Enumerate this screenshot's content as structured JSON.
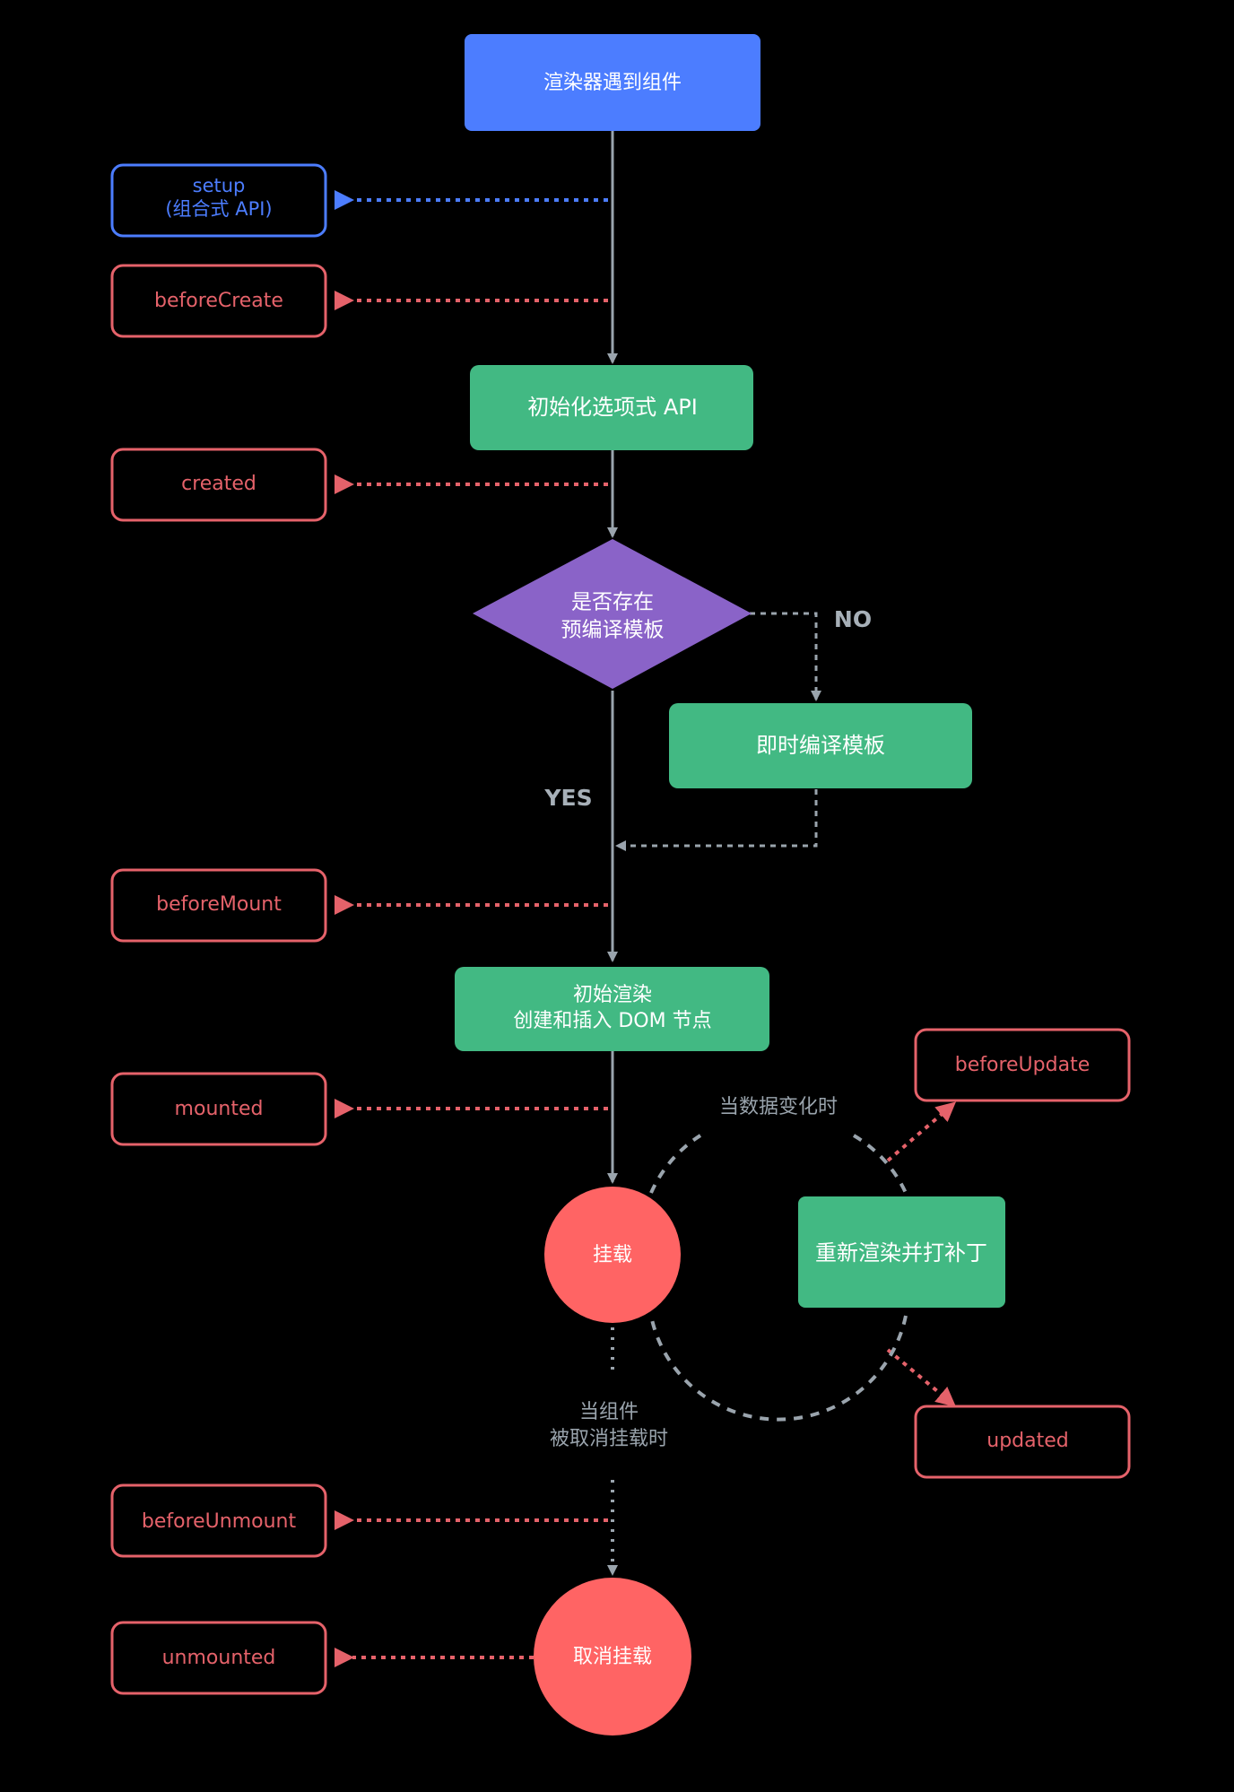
{
  "colors": {
    "background": "#000000",
    "renderer_box": "#4c7dff",
    "process_box": "#42b983",
    "decision": "#8a63c8",
    "circle": "#ff6464",
    "hook_border": "#e5626a",
    "setup_border": "#4c7dff",
    "connector": "#9aa4ad"
  },
  "nodes": {
    "renderer": "渲染器遇到组件",
    "init_options": "初始化选项式 API",
    "decision_line1": "是否存在",
    "decision_line2": "预编译模板",
    "compile": "即时编译模板",
    "initial_render_line1": "初始渲染",
    "initial_render_line2": "创建和插入 DOM 节点",
    "mounted_state": "挂载",
    "rerender": "重新渲染并打补丁",
    "unmounted_state": "取消挂载"
  },
  "hooks": {
    "setup_line1": "setup",
    "setup_line2": "(组合式 API)",
    "before_create": "beforeCreate",
    "created": "created",
    "before_mount": "beforeMount",
    "mounted": "mounted",
    "before_update": "beforeUpdate",
    "updated": "updated",
    "before_unmount": "beforeUnmount",
    "unmounted": "unmounted"
  },
  "labels": {
    "no": "NO",
    "yes": "YES",
    "data_change": "当数据变化时",
    "unmount_line1": "当组件",
    "unmount_line2": "被取消挂载时"
  }
}
